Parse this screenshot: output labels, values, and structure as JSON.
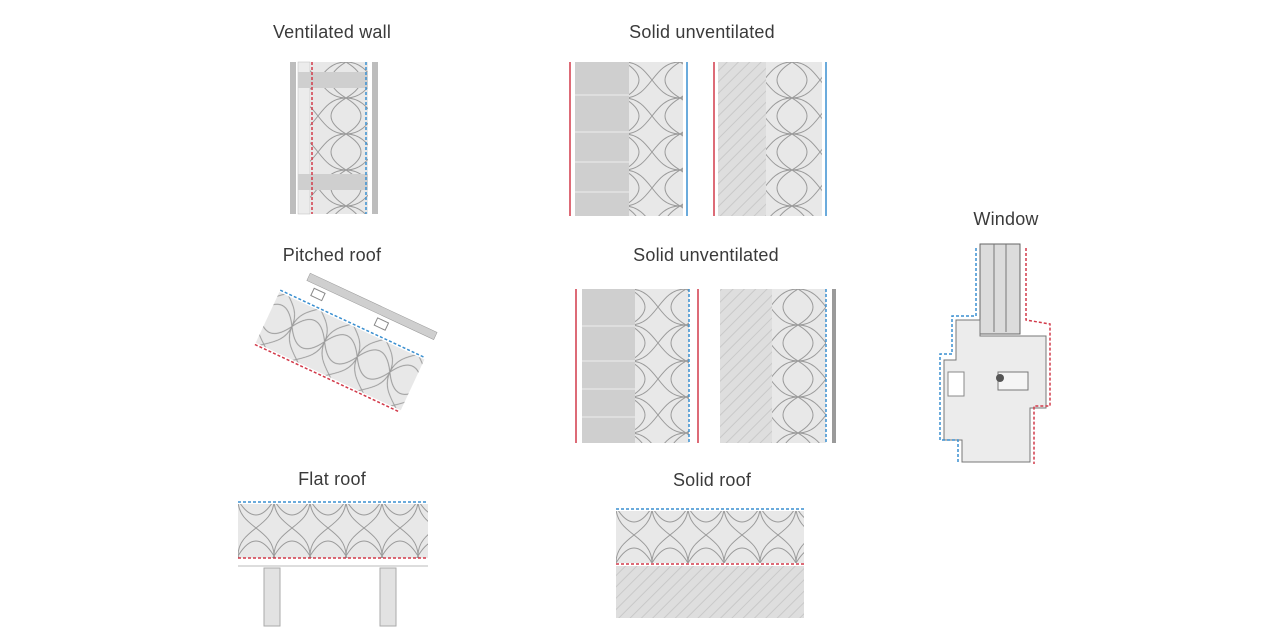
{
  "labels": {
    "ventilated_wall": "Ventilated wall",
    "solid_unventilated_1": "Solid unventilated",
    "window": "Window",
    "pitched_roof": "Pitched roof",
    "solid_unventilated_2": "Solid unventilated",
    "flat_roof": "Flat roof",
    "solid_roof": "Solid roof"
  },
  "colors": {
    "insulation": "#e6e6e6",
    "concrete": "#d9d9d9",
    "block": "#c8c8c8",
    "outline": "#8a8a8a",
    "red_line": "#d23a4a",
    "blue_line": "#3a8fd0"
  }
}
